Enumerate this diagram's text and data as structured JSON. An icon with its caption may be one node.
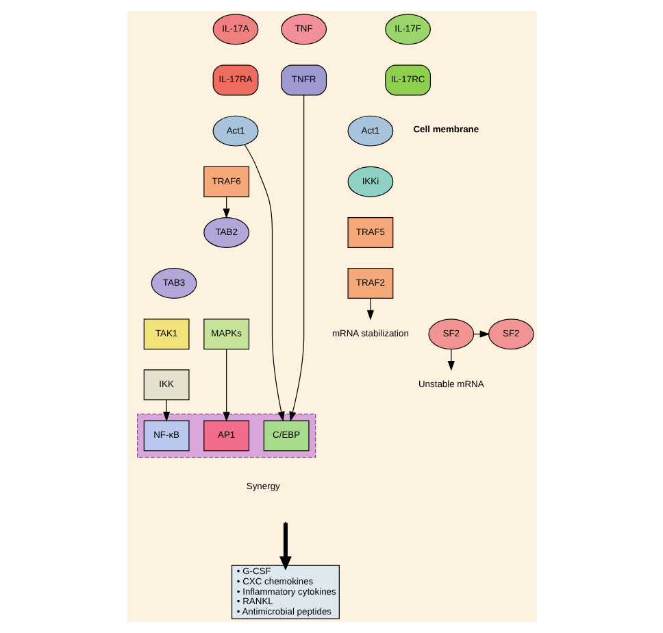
{
  "diagram": {
    "nodes": [
      {
        "text": [
          "IL-17A"
        ]
      },
      {
        "text": [
          "IL-17F"
        ]
      },
      {
        "text": [
          "IL-17RA"
        ]
      },
      {
        "text": [
          "IL-17RC"
        ]
      },
      {
        "text": [
          "TNF"
        ]
      },
      {
        "text": [
          "TNFR"
        ]
      },
      {
        "text": [
          "Act1"
        ]
      },
      {
        "text": [
          "Act1"
        ]
      },
      {
        "text": [
          "IKKi"
        ]
      },
      {
        "text": [
          "TRAF6"
        ]
      },
      {
        "text": [
          "TRAF5"
        ]
      },
      {
        "text": [
          "TRAF2"
        ]
      },
      {
        "text": [
          "TAB2"
        ]
      },
      {
        "text": [
          "TAB3"
        ]
      },
      {
        "text": [
          "TAK1"
        ]
      },
      {
        "text": [
          "MAPKs"
        ]
      },
      {
        "text": [
          "IKK"
        ]
      },
      {
        "text": [
          "SF2"
        ]
      },
      {
        "text": [
          "SF2"
        ]
      },
      {
        "text": [
          "mRNA stabilization"
        ]
      },
      {
        "text": [
          "Unstable mRNA"
        ]
      },
      {
        "text": [],
        "shape": "box"
      },
      {
        "text": [
          "NF-κB"
        ],
        "in": 21
      },
      {
        "text": [
          "AP1"
        ],
        "in": 21
      },
      {
        "text": [
          "C/EBP"
        ],
        "in": 21
      },
      {
        "text": [
          "• G-CSF",
          "• CXC chemokines",
          "• Inflammatory cytokines",
          "• RANKL",
          "• Antimicrobial peptides"
        ]
      }
    ],
    "edges": [
      {
        "from": 9,
        "to": 12,
        "arrow": "to"
      },
      {
        "from": 16,
        "to": 22,
        "arrow": "to"
      },
      {
        "from": 15,
        "to": 23,
        "arrow": "to"
      },
      {
        "from": 6,
        "to": 24,
        "arrow": "to"
      },
      {
        "from": 5,
        "to": 24,
        "arrow": "to"
      },
      {
        "from": 18,
        "to": 17,
        "arrow": "to"
      },
      {
        "from": 11,
        "to": 19,
        "arrow": "to"
      },
      {
        "from": 18,
        "to": 20,
        "arrow": "to"
      },
      {
        "from": null,
        "to": 25,
        "arrow": "to",
        "style": "thick"
      }
    ],
    "labels": [
      "Cell membrane",
      "Synergy"
    ]
  }
}
